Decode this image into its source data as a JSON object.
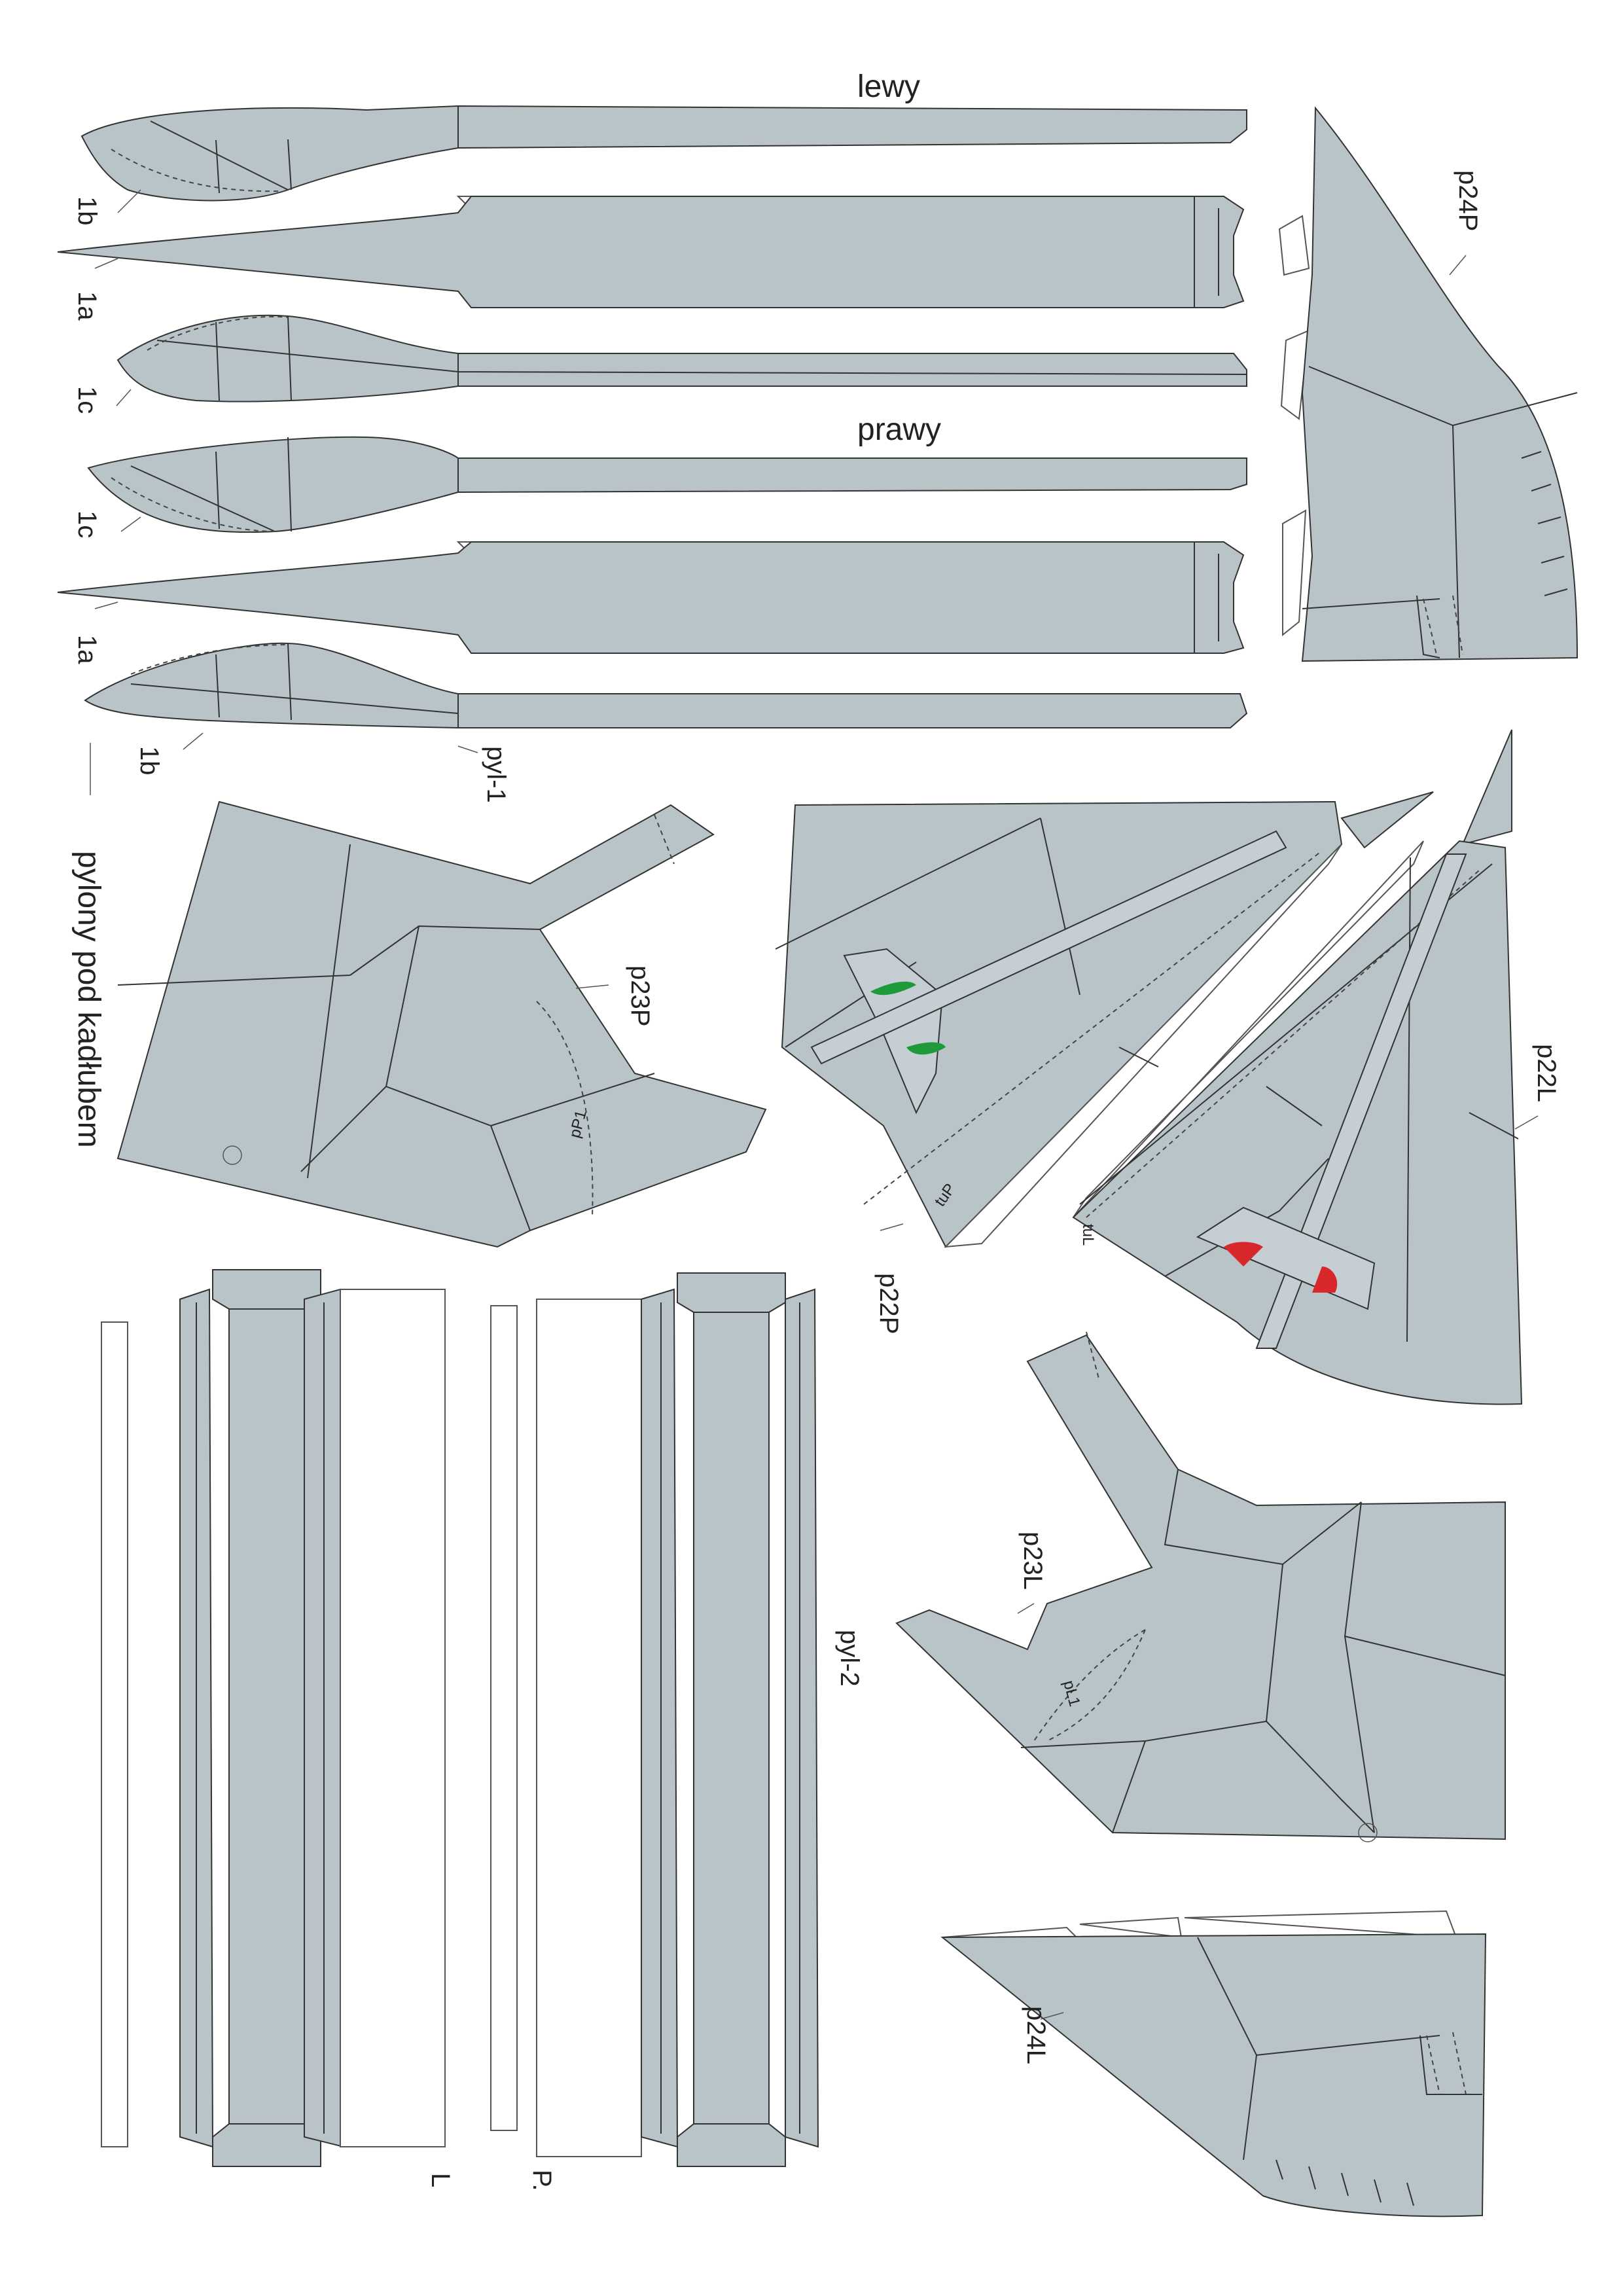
{
  "sheet": {
    "colors": {
      "part_fill": "#b9c4c9",
      "outline": "#333333",
      "background": "#ffffff",
      "marker_green": "#1f9a3a",
      "marker_red": "#d8282b",
      "guide_strip": "#ffffff"
    },
    "headings": {
      "lewy": "lewy",
      "prawy": "prawy",
      "pylony": "pylony pod kadłubem"
    },
    "labels": {
      "top_1b": "1b",
      "top_1a": "1a",
      "top_1c": "1c",
      "mid_1c": "1c",
      "mid_1a": "1a",
      "mid_1b": "1b",
      "pyl1": "pyl-1",
      "pyl2": "pyl-2",
      "p24P": "p24P",
      "p23P": "p23P",
      "pP1": "pP1",
      "p22P": "p22P",
      "tuP": "tuP",
      "p22L": "p22L",
      "tuL": "tuL",
      "p23L": "p23L",
      "pL1": "pL1",
      "p24L": "p24L",
      "L": "L",
      "P": "P."
    }
  }
}
